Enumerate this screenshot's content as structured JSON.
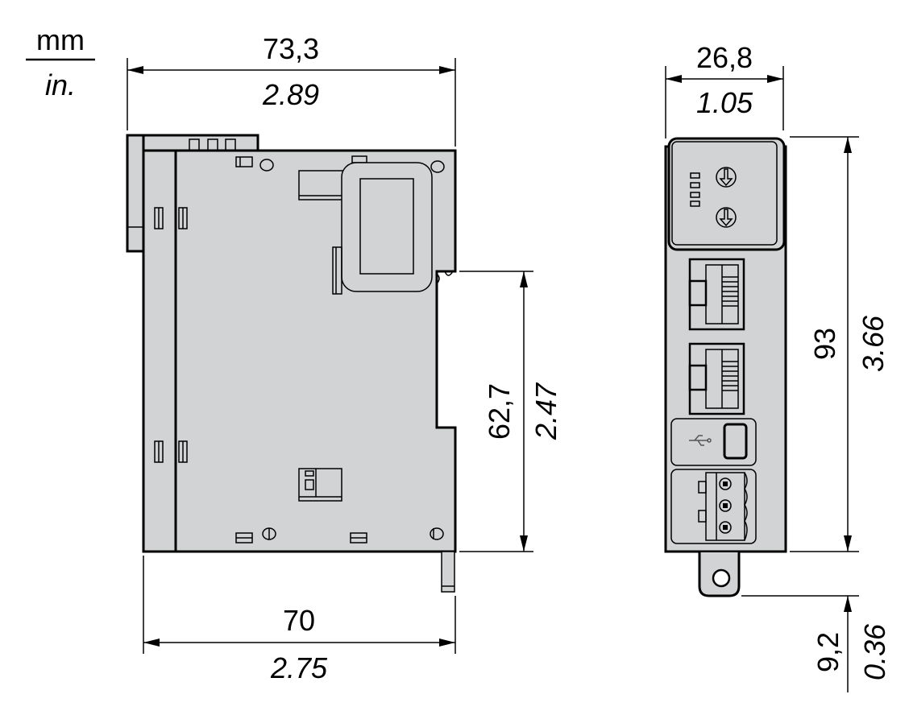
{
  "units": {
    "primary": "mm",
    "secondary": "in."
  },
  "dimensions": {
    "overall_depth": {
      "mm": "73,3",
      "in": "2.89"
    },
    "body_depth": {
      "mm": "70",
      "in": "2.75"
    },
    "rail_height": {
      "mm": "62,7",
      "in": "2.47"
    },
    "width": {
      "mm": "26,8",
      "in": "1.05"
    },
    "height": {
      "mm": "93",
      "in": "3.66"
    },
    "tab_height": {
      "mm": "9,2",
      "in": "0.36"
    }
  },
  "colors": {
    "body": "#d1d3d4",
    "line": "#000000"
  }
}
